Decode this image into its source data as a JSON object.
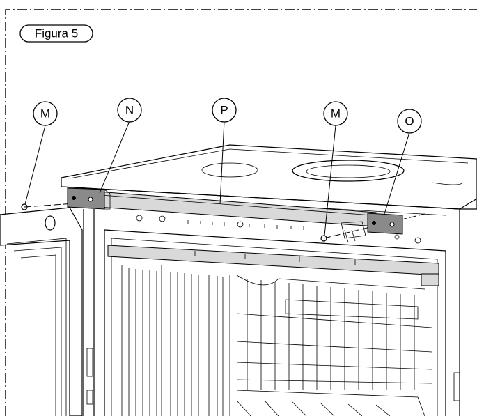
{
  "figure": {
    "title": "Figura 5"
  },
  "callouts": {
    "m_left": "M",
    "n": "N",
    "p": "P",
    "m_right": "M",
    "o": "O"
  }
}
